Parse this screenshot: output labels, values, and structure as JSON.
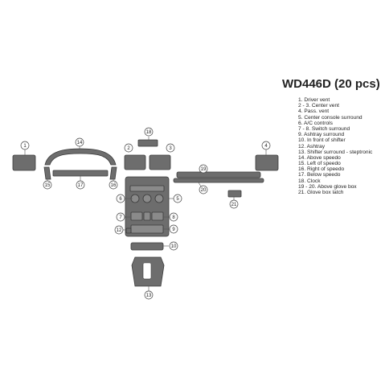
{
  "title": "WD446D (20 pcs)",
  "legend": [
    "1. Driver vent",
    "2 - 3. Center vent",
    "4. Pass. vent",
    "5. Center console surround",
    "6. A/C controls",
    "7 - 8. Switch surround",
    "9. Ashtray surround",
    "10. In front of shifter",
    "12. Ashtray",
    "13. Shifter surround - steptronic",
    "14. Above speedo",
    "15. Left of speedo",
    "16. Right of speedo",
    "17. Below speedo",
    "18. Clock",
    "19 - 20. Above glove box",
    "21. Glove box latch"
  ],
  "callouts": {
    "c1": "1",
    "c2": "2",
    "c3": "3",
    "c4": "4",
    "c5": "5",
    "c6": "6",
    "c7": "7",
    "c8": "8",
    "c9": "9",
    "c10": "10",
    "c12": "12",
    "c13": "13",
    "c14": "14",
    "c15": "15",
    "c16": "16",
    "c17": "17",
    "c18": "18",
    "c19": "19",
    "c20": "20",
    "c21": "21"
  }
}
